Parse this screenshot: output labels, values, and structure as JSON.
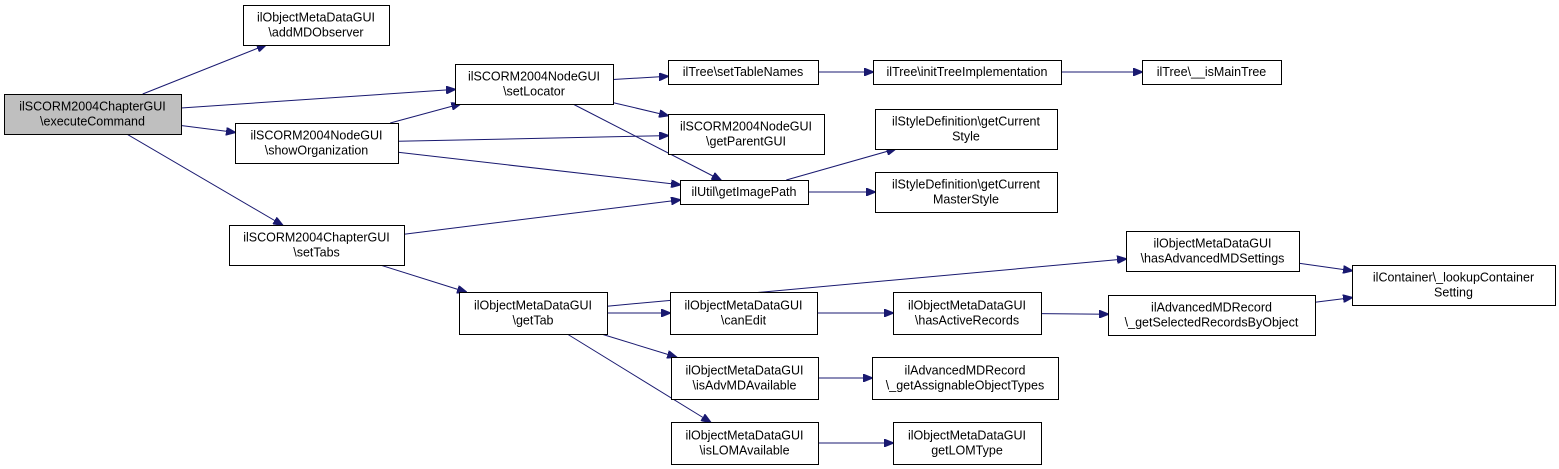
{
  "colors": {
    "edge": "#191970",
    "node_border": "#000000",
    "node_fill": "#ffffff",
    "root_fill": "#bfbfbf"
  },
  "nodes": [
    {
      "id": "root",
      "lines": [
        "ilSCORM2004ChapterGUI",
        "\\executeCommand"
      ],
      "root": true
    },
    {
      "id": "addMDObserver",
      "lines": [
        "ilObjectMetaDataGUI",
        "\\addMDObserver"
      ]
    },
    {
      "id": "setLocator",
      "lines": [
        "ilSCORM2004NodeGUI",
        "\\setLocator"
      ]
    },
    {
      "id": "showOrganization",
      "lines": [
        "ilSCORM2004NodeGUI",
        "\\showOrganization"
      ]
    },
    {
      "id": "setTabs",
      "lines": [
        "ilSCORM2004ChapterGUI",
        "\\setTabs"
      ]
    },
    {
      "id": "setTableNames",
      "lines": [
        "ilTree\\setTableNames"
      ]
    },
    {
      "id": "initTreeImplementation",
      "lines": [
        "ilTree\\initTreeImplementation"
      ]
    },
    {
      "id": "isMainTree",
      "lines": [
        "ilTree\\__isMainTree"
      ]
    },
    {
      "id": "getParentGUI",
      "lines": [
        "ilSCORM2004NodeGUI",
        "\\getParentGUI"
      ]
    },
    {
      "id": "getImagePath",
      "lines": [
        "ilUtil\\getImagePath"
      ]
    },
    {
      "id": "getCurrentStyle",
      "lines": [
        "ilStyleDefinition\\getCurrent",
        "Style"
      ]
    },
    {
      "id": "getCurrentMasterStyle",
      "lines": [
        "ilStyleDefinition\\getCurrent",
        "MasterStyle"
      ]
    },
    {
      "id": "getTab",
      "lines": [
        "ilObjectMetaDataGUI",
        "\\getTab"
      ]
    },
    {
      "id": "hasAdvancedMDSettings",
      "lines": [
        "ilObjectMetaDataGUI",
        "\\hasAdvancedMDSettings"
      ]
    },
    {
      "id": "lookupContainerSetting",
      "lines": [
        "ilContainer\\_lookupContainer",
        "Setting"
      ]
    },
    {
      "id": "canEdit",
      "lines": [
        "ilObjectMetaDataGUI",
        "\\canEdit"
      ]
    },
    {
      "id": "hasActiveRecords",
      "lines": [
        "ilObjectMetaDataGUI",
        "\\hasActiveRecords"
      ]
    },
    {
      "id": "getSelectedRecordsByObject",
      "lines": [
        "ilAdvancedMDRecord",
        "\\_getSelectedRecordsByObject"
      ]
    },
    {
      "id": "isAdvMDAvailable",
      "lines": [
        "ilObjectMetaDataGUI",
        "\\isAdvMDAvailable"
      ]
    },
    {
      "id": "getAssignableObjectTypes",
      "lines": [
        "ilAdvancedMDRecord",
        "\\_getAssignableObjectTypes"
      ]
    },
    {
      "id": "isLOMAvailable",
      "lines": [
        "ilObjectMetaDataGUI",
        "\\isLOMAvailable"
      ]
    },
    {
      "id": "getLOMType",
      "lines": [
        "ilObjectMetaDataGUI",
        "getLOMType"
      ]
    }
  ],
  "edges": [
    [
      "root",
      "addMDObserver"
    ],
    [
      "root",
      "setLocator"
    ],
    [
      "root",
      "showOrganization"
    ],
    [
      "root",
      "setTabs"
    ],
    [
      "setLocator",
      "setTableNames"
    ],
    [
      "setLocator",
      "getParentGUI"
    ],
    [
      "setLocator",
      "getImagePath"
    ],
    [
      "showOrganization",
      "setLocator"
    ],
    [
      "showOrganization",
      "getParentGUI"
    ],
    [
      "showOrganization",
      "getImagePath"
    ],
    [
      "setTabs",
      "getImagePath"
    ],
    [
      "setTabs",
      "getTab"
    ],
    [
      "setTableNames",
      "initTreeImplementation"
    ],
    [
      "initTreeImplementation",
      "isMainTree"
    ],
    [
      "getImagePath",
      "getCurrentStyle"
    ],
    [
      "getImagePath",
      "getCurrentMasterStyle"
    ],
    [
      "getTab",
      "hasAdvancedMDSettings"
    ],
    [
      "getTab",
      "canEdit"
    ],
    [
      "getTab",
      "isAdvMDAvailable"
    ],
    [
      "getTab",
      "isLOMAvailable"
    ],
    [
      "hasAdvancedMDSettings",
      "lookupContainerSetting"
    ],
    [
      "canEdit",
      "hasActiveRecords"
    ],
    [
      "hasActiveRecords",
      "getSelectedRecordsByObject"
    ],
    [
      "getSelectedRecordsByObject",
      "lookupContainerSetting"
    ],
    [
      "isAdvMDAvailable",
      "getAssignableObjectTypes"
    ],
    [
      "isLOMAvailable",
      "getLOMType"
    ]
  ]
}
